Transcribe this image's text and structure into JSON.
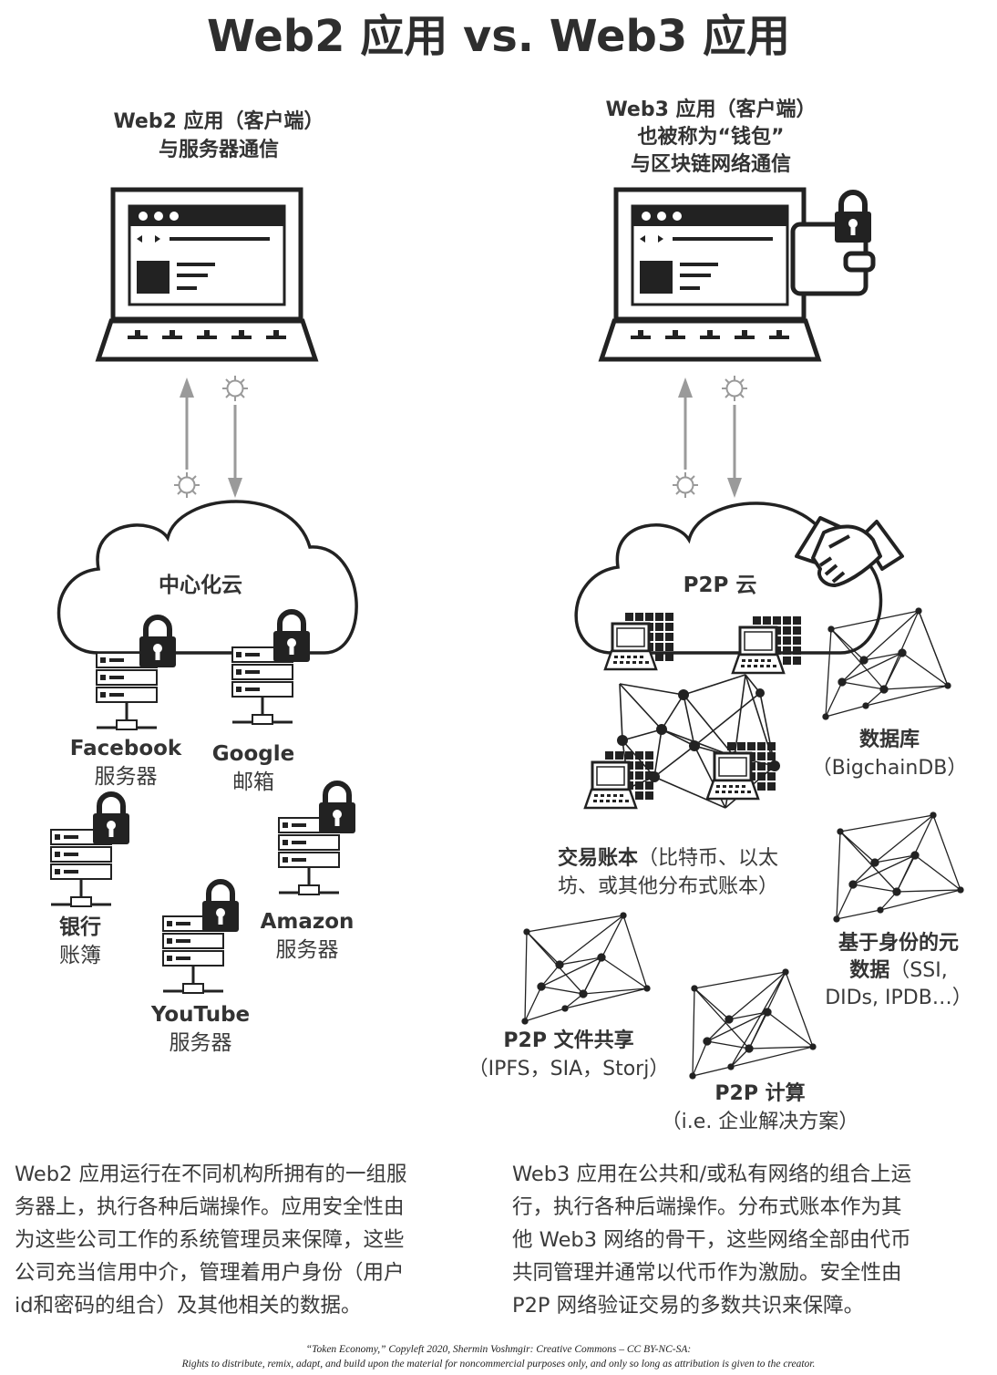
{
  "title": "Web2 应用 vs. Web3 应用",
  "web2": {
    "client_lines": [
      "Web2 应用（客户端）",
      "与服务器通信"
    ],
    "cloud_label": "中心化云",
    "servers": [
      {
        "name": "Facebook",
        "sub": "服务器"
      },
      {
        "name": "Google",
        "sub": "邮箱"
      },
      {
        "name": "银行",
        "sub": "账簿"
      },
      {
        "name": "Amazon",
        "sub": "服务器"
      },
      {
        "name": "YouTube",
        "sub": "服务器"
      }
    ],
    "description_lines": [
      "Web2 应用运行在不同机构所拥有的一组服",
      "务器上，执行各种后端操作。应用安全性由",
      "为这些公司工作的系统管理员来保障，这些",
      "公司充当信用中介，管理着用户身份（用户",
      "id和密码的组合）及其他相关的数据。"
    ]
  },
  "web3": {
    "client_lines": [
      "Web3 应用（客户端）",
      "也被称为“钱包”",
      "与区块链网络通信"
    ],
    "cloud_label": "P2P 云",
    "ledger": {
      "bold": "交易账本",
      "rest": "（比特币、以太",
      "line2": "坊、或其他分布式账本）"
    },
    "database": {
      "bold": "数据库",
      "sub": "（BigchainDB）"
    },
    "identity": {
      "line1": "基于身份的元",
      "line2_bold": "数据",
      "line2_rest": "（SSI,",
      "line3": "DIDs, IPDB…）"
    },
    "files": {
      "bold": "P2P 文件共享",
      "sub": "（IPFS，SIA，Storj）"
    },
    "compute": {
      "bold": "P2P 计算",
      "sub": "（i.e. 企业解决方案）"
    },
    "description_lines": [
      "Web3  应用在公共和/或私有网络的组合上运",
      "行，执行各种后端操作。分布式账本作为其",
      "他  Web3  网络的骨干，这些网络全部由代币",
      "共同管理并通常以代币作为激励。安全性由",
      "P2P 网络验证交易的多数共识来保障。"
    ]
  },
  "footer": {
    "line1": "“Token Economy,” Copyleft 2020, Shermin Voshmgir: Creative Commons – CC BY-NC-SA:",
    "line2": "Rights to distribute, remix, adapt, and build upon the material  for noncommercial purposes only, and only so long as attribution is given to the creator."
  },
  "colors": {
    "ink": "#222222",
    "text": "#333333",
    "arrow": "#9a9a9a"
  }
}
